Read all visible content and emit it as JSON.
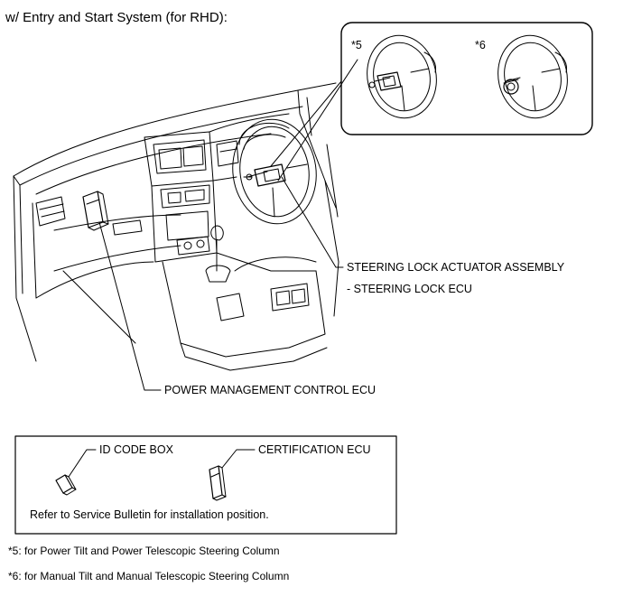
{
  "header": {
    "title": "w/ Entry and Start System (for RHD):"
  },
  "inset": {
    "star5_label": "*5",
    "star6_label": "*6"
  },
  "callouts": {
    "steering_lock_line1": "STEERING LOCK ACTUATOR ASSEMBLY",
    "steering_lock_line2": "- STEERING LOCK ECU",
    "power_management": "POWER MANAGEMENT CONTROL ECU"
  },
  "info_box": {
    "id_code_box": "ID CODE BOX",
    "certification_ecu": "CERTIFICATION ECU",
    "note": "Refer to Service Bulletin for installation position."
  },
  "footnotes": [
    "*5: for Power Tilt and Power Telescopic Steering Column",
    "*6: for Manual Tilt and Manual Telescopic Steering Column"
  ]
}
